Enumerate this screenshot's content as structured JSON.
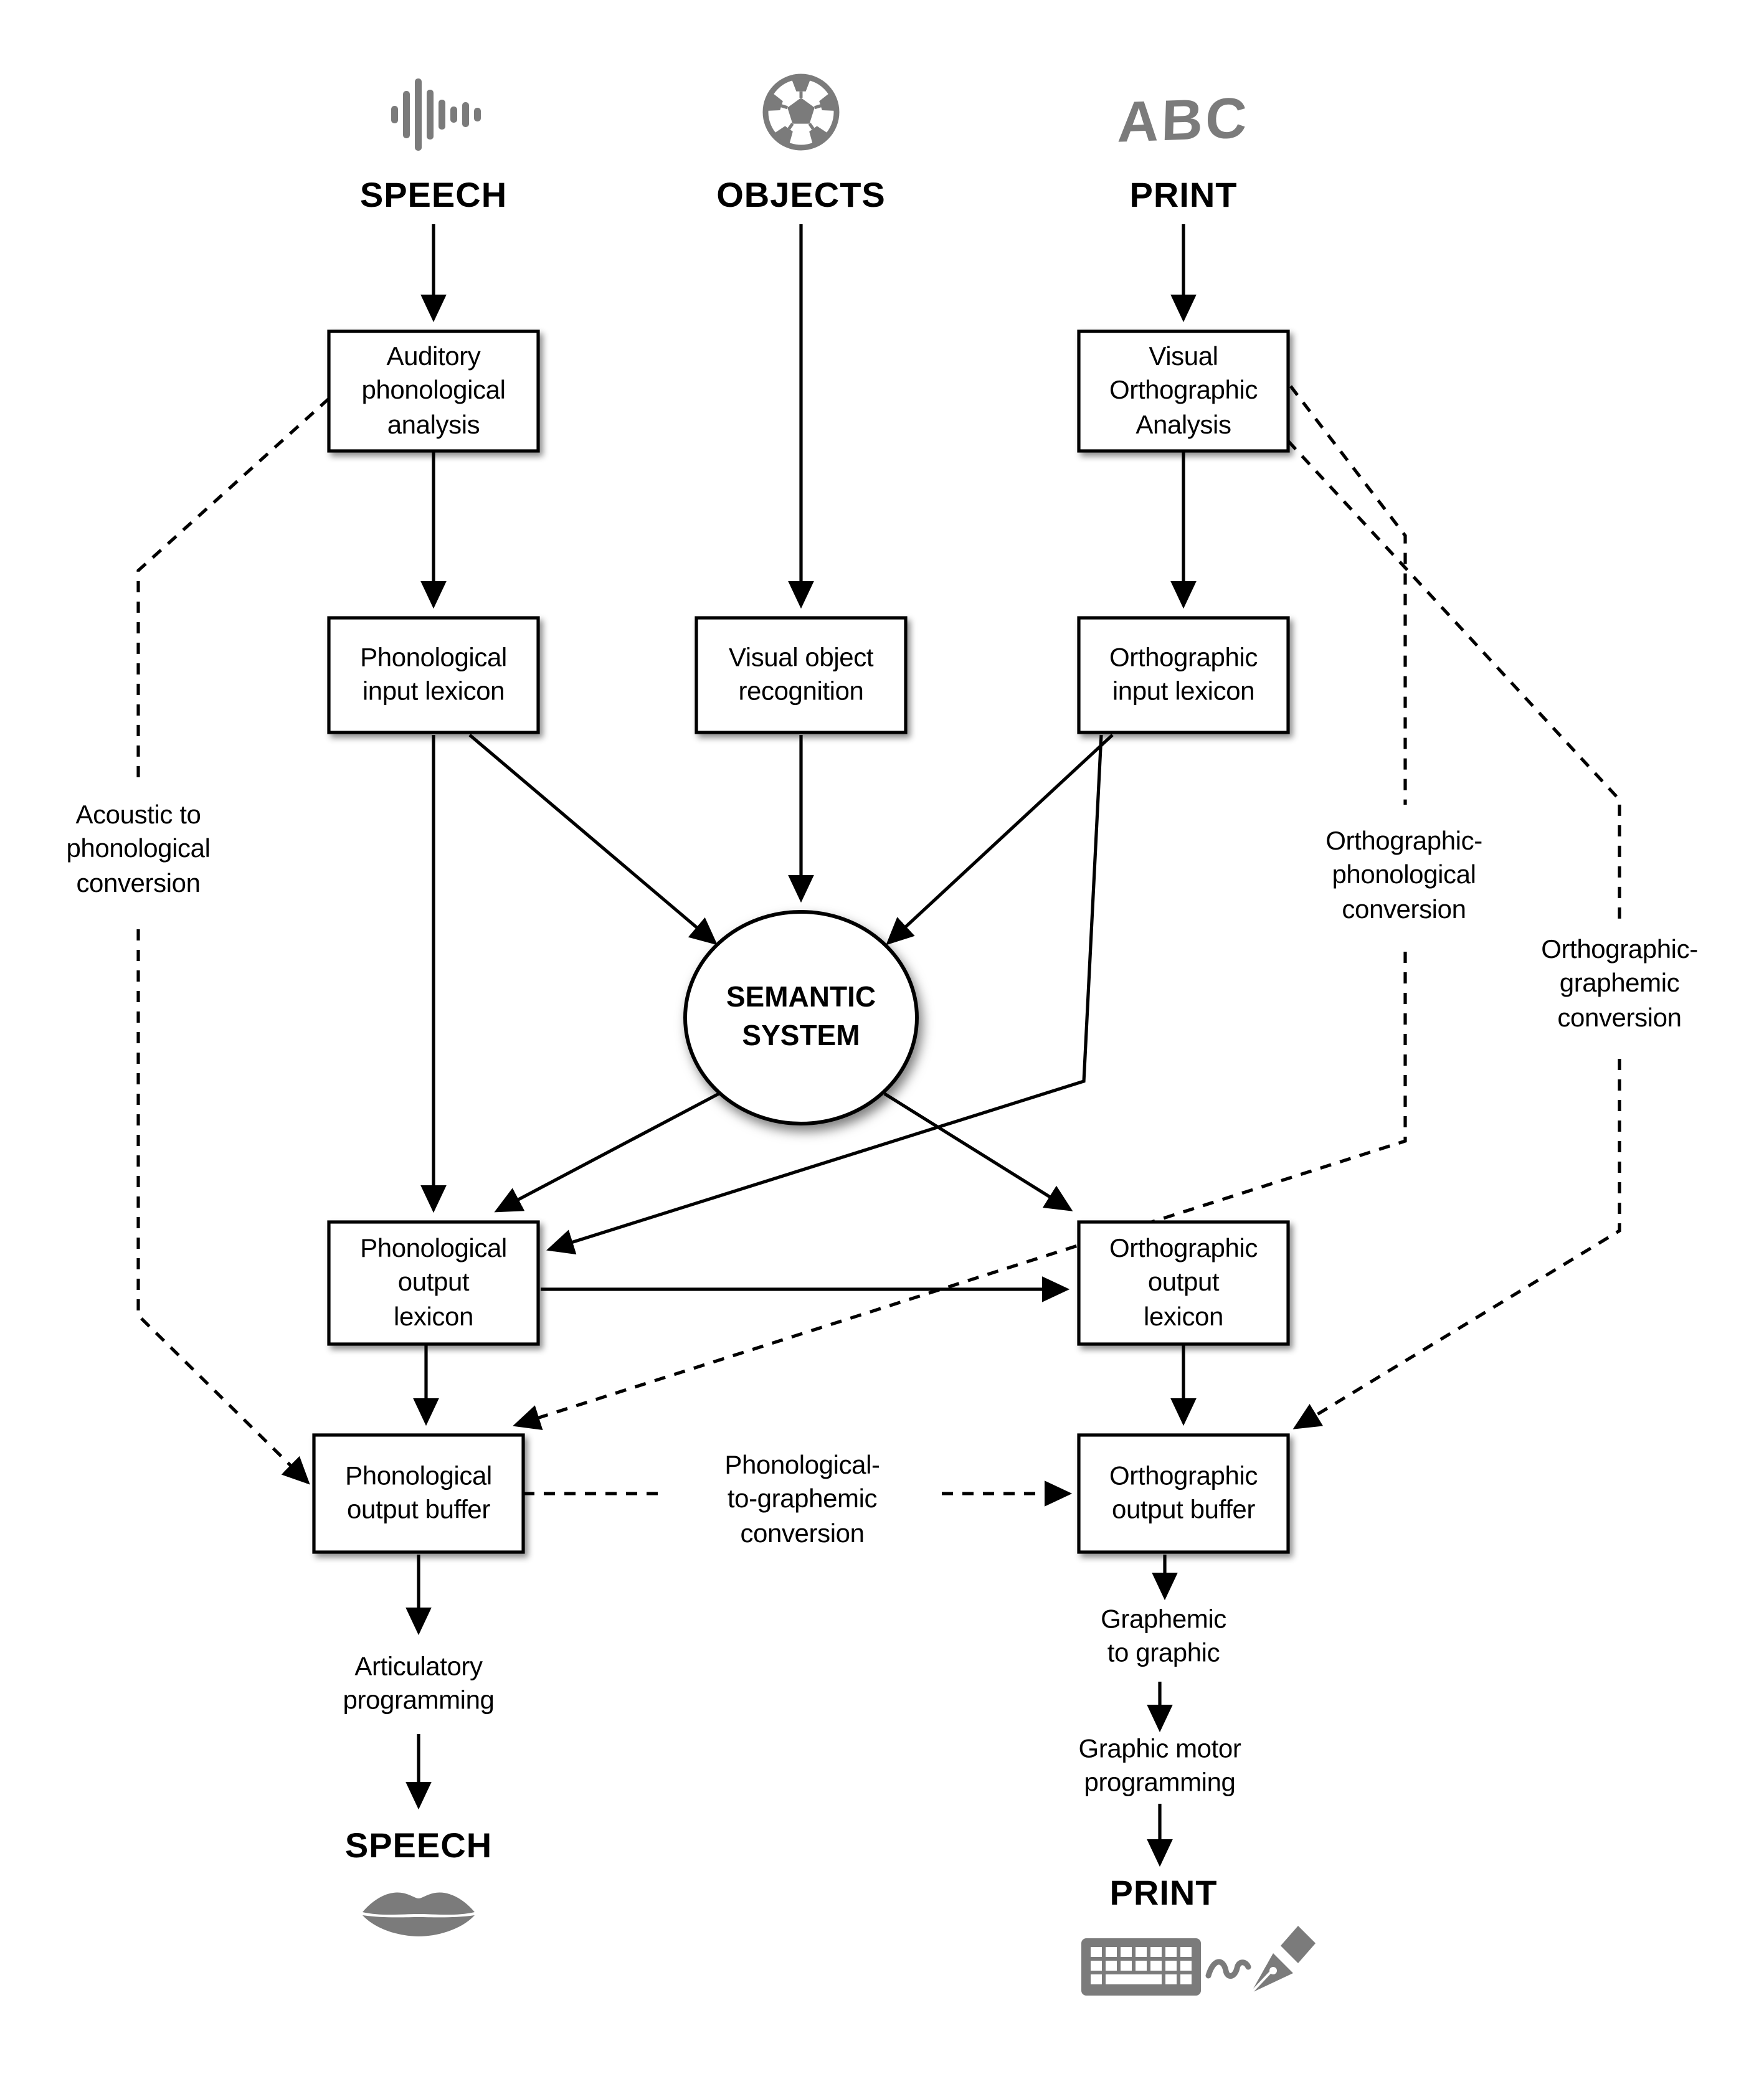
{
  "diagram": {
    "colors": {
      "line": "#000000",
      "icon_gray": "#7b7b7b",
      "box_fill": "#ffffff",
      "text": "#000000",
      "background": "#ffffff"
    },
    "inputs": {
      "speech": "SPEECH",
      "objects": "OBJECTS",
      "print": "PRINT",
      "abc_sample": "ABC"
    },
    "boxes": {
      "auditory_phonological_analysis": "Auditory\nphonological\nanalysis",
      "visual_orthographic_analysis": "Visual\nOrthographic\nAnalysis",
      "phonological_input_lexicon": "Phonological\ninput lexicon",
      "visual_object_recognition": "Visual object\nrecognition",
      "orthographic_input_lexicon": "Orthographic\ninput lexicon",
      "semantic_system": "SEMANTIC\nSYSTEM",
      "phonological_output_lexicon": "Phonological\noutput\nlexicon",
      "orthographic_output_lexicon": "Orthographic\noutput\nlexicon",
      "phonological_output_buffer": "Phonological\noutput buffer",
      "orthographic_output_buffer": "Orthographic\noutput buffer"
    },
    "route_labels": {
      "acoustic_to_phonological": "Acoustic to\nphonological\nconversion",
      "orthographic_phonological": "Orthographic-\nphonological\nconversion",
      "orthographic_graphemic": "Orthographic-\ngraphemic\nconversion",
      "phonological_to_graphemic": "Phonological-\nto-graphemic\nconversion"
    },
    "processes": {
      "articulatory_programming": "Articulatory\nprogramming",
      "graphemic_to_graphic": "Graphemic\nto graphic",
      "graphic_motor_programming": "Graphic motor\nprogramming"
    },
    "outputs": {
      "speech": "SPEECH",
      "print": "PRINT"
    },
    "icons": [
      "speech-waveform-icon",
      "soccer-ball-icon",
      "handwritten-abc-icon",
      "lips-icon",
      "keyboard-icon",
      "fountain-pen-icon"
    ],
    "edges": [
      {
        "from": "SPEECH input",
        "to": "Auditory phonological analysis",
        "style": "solid"
      },
      {
        "from": "Auditory phonological analysis",
        "to": "Phonological input lexicon",
        "style": "solid"
      },
      {
        "from": "OBJECTS input",
        "to": "Visual object recognition",
        "style": "solid"
      },
      {
        "from": "PRINT input",
        "to": "Visual Orthographic Analysis",
        "style": "solid"
      },
      {
        "from": "Visual Orthographic Analysis",
        "to": "Orthographic input lexicon",
        "style": "solid"
      },
      {
        "from": "Phonological input lexicon",
        "to": "Semantic system",
        "style": "solid"
      },
      {
        "from": "Visual object recognition",
        "to": "Semantic system",
        "style": "solid"
      },
      {
        "from": "Orthographic input lexicon",
        "to": "Semantic system",
        "style": "solid"
      },
      {
        "from": "Phonological input lexicon",
        "to": "Phonological output lexicon",
        "style": "solid"
      },
      {
        "from": "Semantic system",
        "to": "Phonological output lexicon",
        "style": "solid"
      },
      {
        "from": "Semantic system",
        "to": "Orthographic output lexicon",
        "style": "solid"
      },
      {
        "from": "Orthographic input lexicon",
        "to": "Phonological output lexicon",
        "style": "solid"
      },
      {
        "from": "Phonological output lexicon",
        "to": "Orthographic output lexicon",
        "style": "solid"
      },
      {
        "from": "Phonological output lexicon",
        "to": "Phonological output buffer",
        "style": "solid"
      },
      {
        "from": "Orthographic output lexicon",
        "to": "Orthographic output buffer",
        "style": "solid"
      },
      {
        "from": "Phonological output buffer",
        "to": "Articulatory programming",
        "style": "solid"
      },
      {
        "from": "Articulatory programming",
        "to": "SPEECH output",
        "style": "solid"
      },
      {
        "from": "Orthographic output buffer",
        "to": "Graphemic to graphic",
        "style": "solid"
      },
      {
        "from": "Graphemic to graphic",
        "to": "Graphic motor programming",
        "style": "solid"
      },
      {
        "from": "Graphic motor programming",
        "to": "PRINT output",
        "style": "solid"
      },
      {
        "from": "Auditory phonological analysis",
        "to": "Phonological output buffer",
        "style": "dashed",
        "via": "Acoustic to phonological conversion"
      },
      {
        "from": "Visual Orthographic Analysis",
        "to": "Phonological output buffer",
        "style": "dashed",
        "via": "Orthographic-phonological conversion"
      },
      {
        "from": "Visual Orthographic Analysis",
        "to": "Orthographic output buffer",
        "style": "dashed",
        "via": "Orthographic-graphemic conversion"
      },
      {
        "from": "Phonological output buffer",
        "to": "Orthographic output buffer",
        "style": "dashed",
        "via": "Phonological-to-graphemic conversion"
      }
    ]
  }
}
